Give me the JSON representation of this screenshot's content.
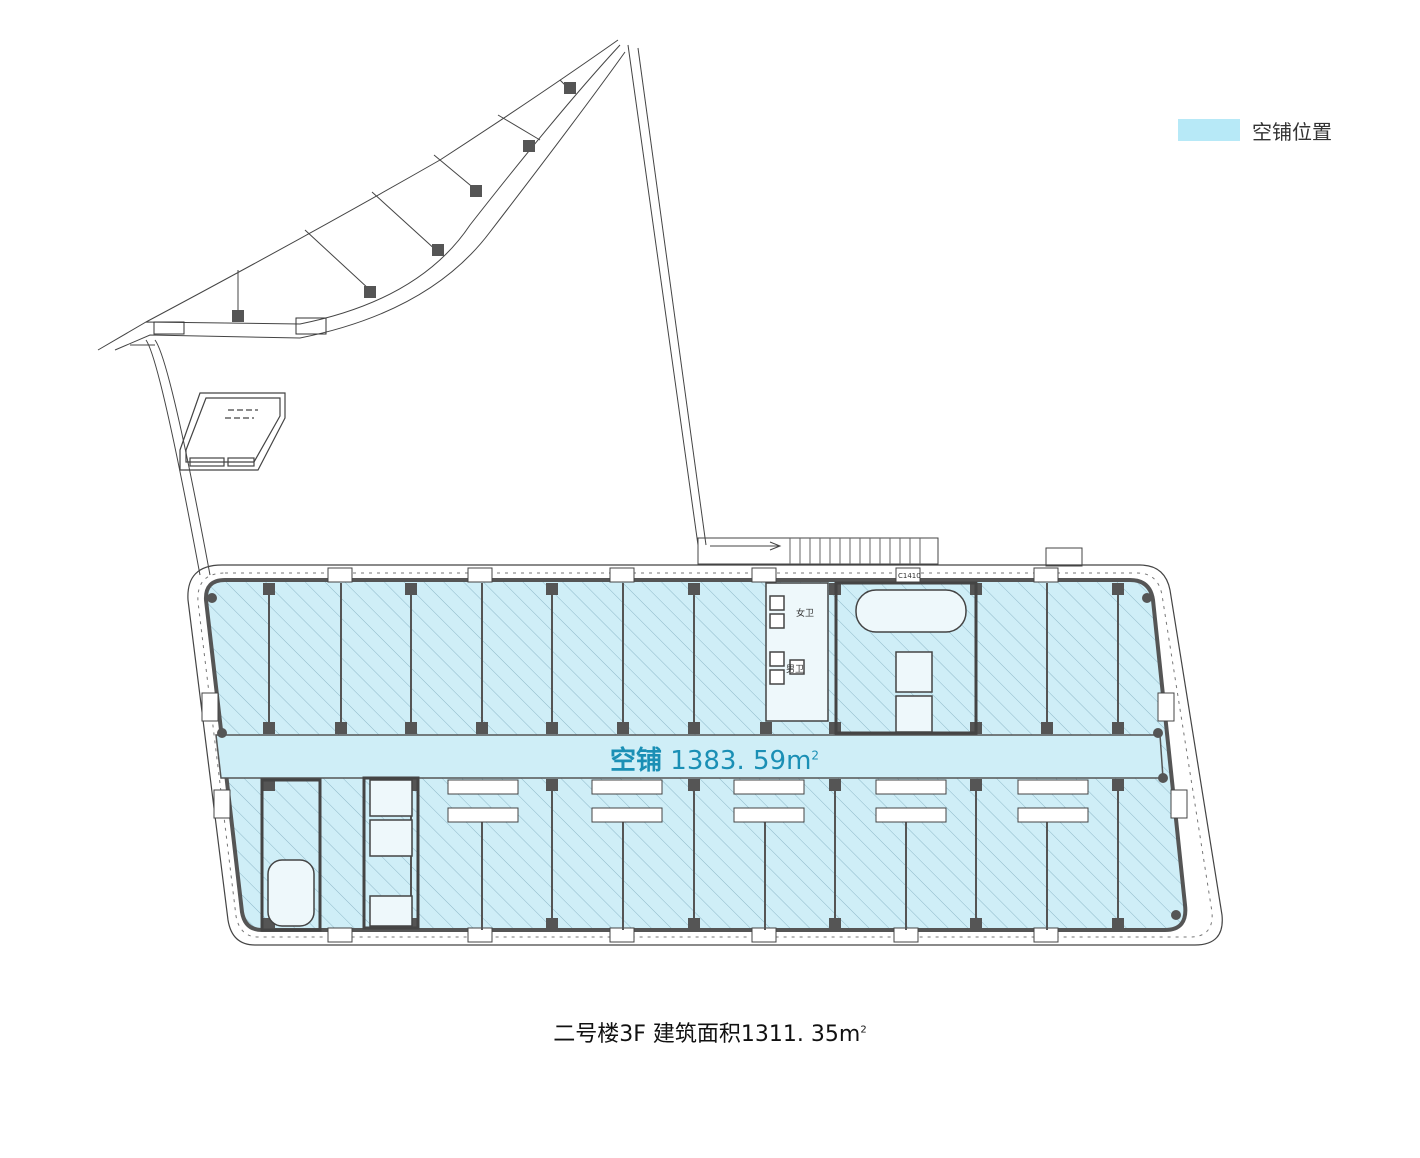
{
  "legend": {
    "label": "空铺位置",
    "color": "#b7e9f7"
  },
  "vacant_area": {
    "prefix": "空铺",
    "value": "1383. 59m",
    "superscript": "2"
  },
  "caption": {
    "text": "二号楼3F  建筑面积1311. 35m",
    "superscript": "2"
  },
  "room_labels": {
    "female_toilet": "女卫",
    "male_toilet": "男卫",
    "door_code": "C1410"
  },
  "colors": {
    "fill": "#cfeef7",
    "hatch": "#8fb9c9",
    "wall": "#555555",
    "accent": "#1a8fb5"
  }
}
